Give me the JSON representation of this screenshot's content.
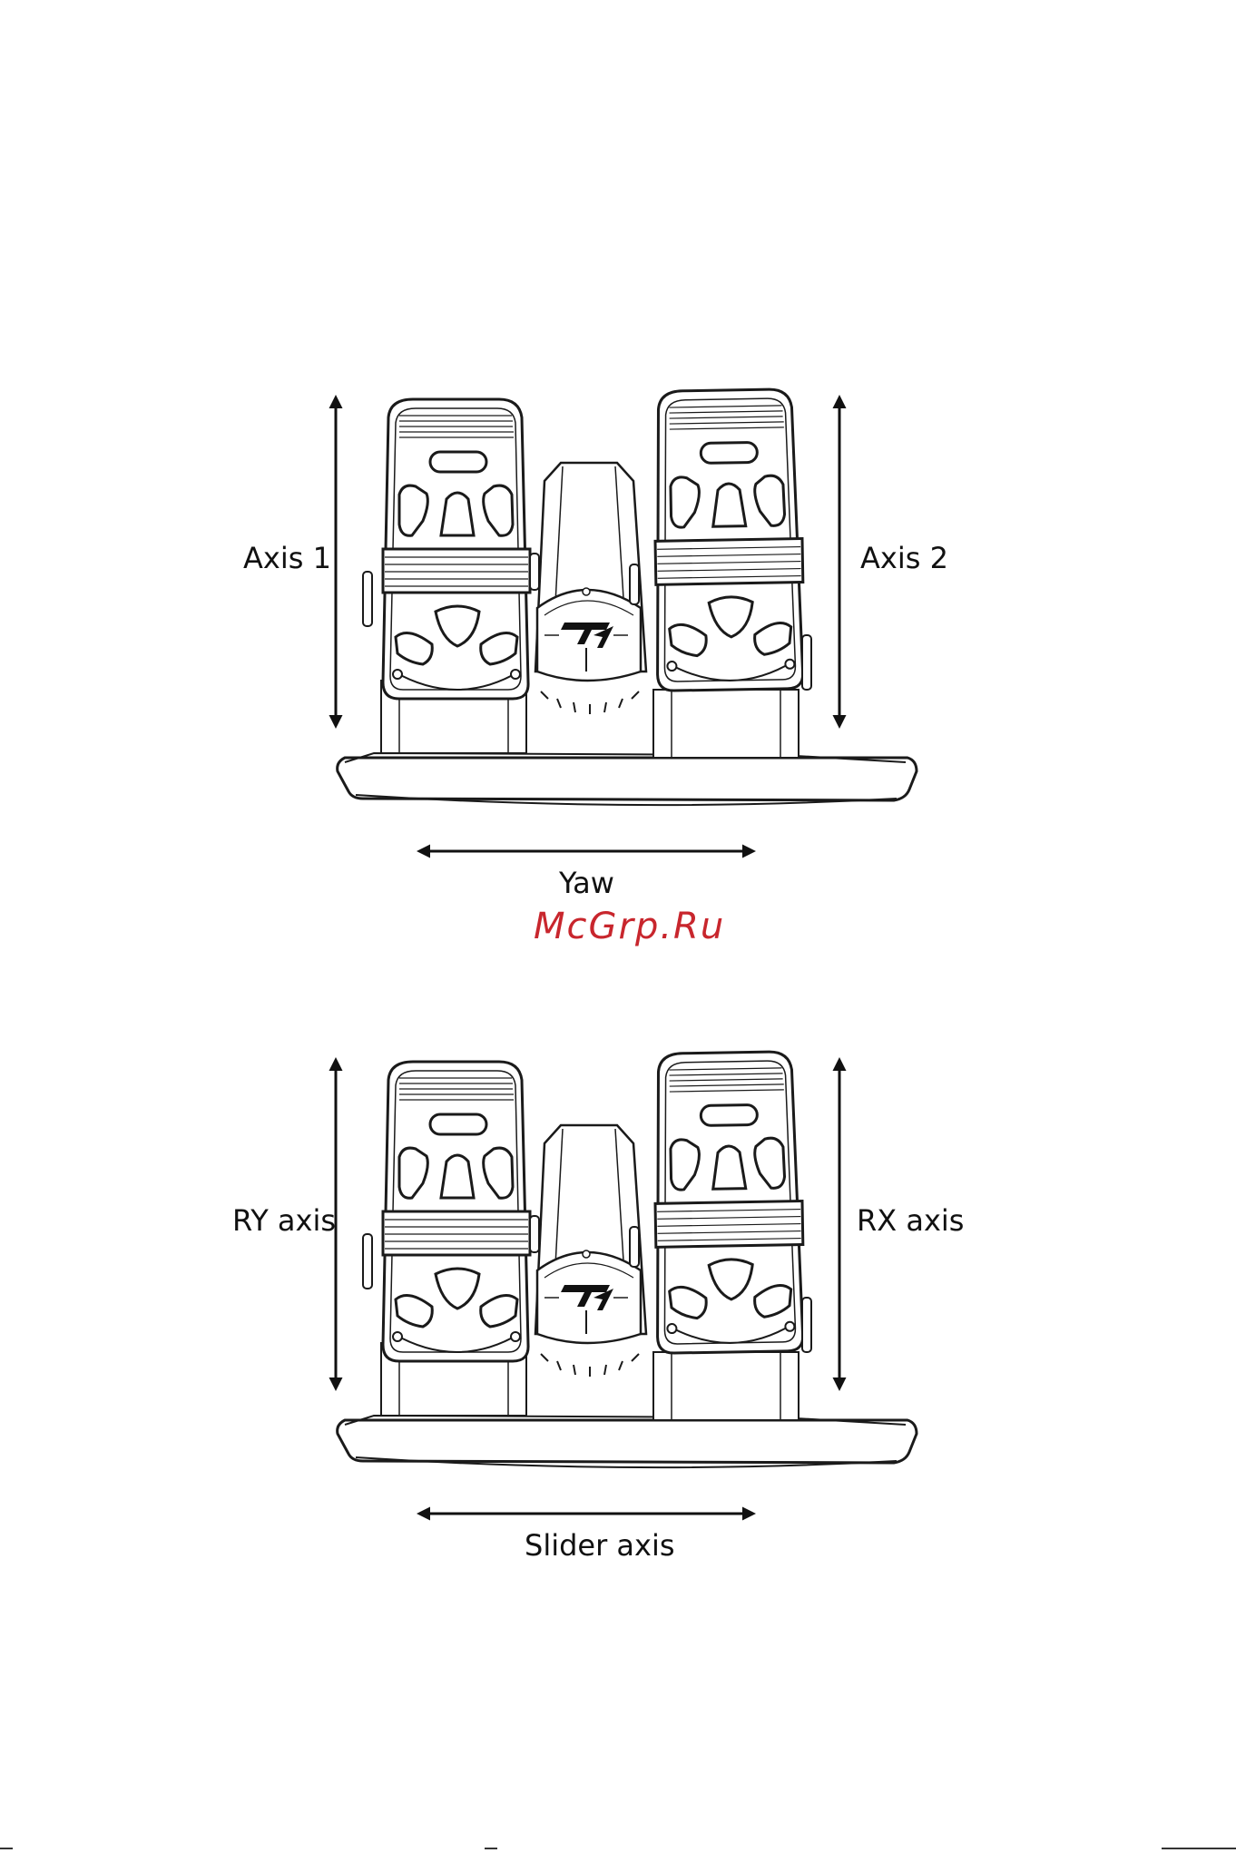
{
  "diagrams": [
    {
      "left_label": "Axis 1",
      "right_label": "Axis 2",
      "bottom_label": "Yaw"
    },
    {
      "left_label": "RY axis",
      "right_label": "RX axis",
      "bottom_label": "Slider axis"
    }
  ],
  "watermark": "McGrp.Ru",
  "icons": {
    "logo": "thrustmaster-logo-icon",
    "arrow": "double-arrow-icon"
  },
  "colors": {
    "line": "#1a1a1a",
    "watermark": "#c8262d"
  }
}
